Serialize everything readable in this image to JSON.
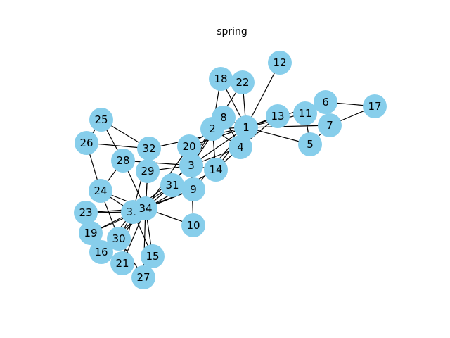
{
  "title": "spring",
  "graph": {
    "node_color": "#87CEEB",
    "edge_color": "#000000",
    "nodes": [
      "1",
      "2",
      "3",
      "4",
      "5",
      "6",
      "7",
      "8",
      "9",
      "10",
      "11",
      "12",
      "13",
      "14",
      "15",
      "16",
      "17",
      "18",
      "19",
      "20",
      "21",
      "22",
      "23",
      "24",
      "25",
      "26",
      "27",
      "28",
      "29",
      "30",
      "31",
      "32",
      "33",
      "34"
    ],
    "edges": [
      [
        "1",
        "2"
      ],
      [
        "1",
        "3"
      ],
      [
        "1",
        "4"
      ],
      [
        "1",
        "5"
      ],
      [
        "1",
        "6"
      ],
      [
        "1",
        "7"
      ],
      [
        "1",
        "8"
      ],
      [
        "1",
        "9"
      ],
      [
        "1",
        "11"
      ],
      [
        "1",
        "12"
      ],
      [
        "1",
        "13"
      ],
      [
        "1",
        "14"
      ],
      [
        "1",
        "18"
      ],
      [
        "1",
        "20"
      ],
      [
        "1",
        "22"
      ],
      [
        "1",
        "32"
      ],
      [
        "2",
        "3"
      ],
      [
        "2",
        "4"
      ],
      [
        "2",
        "8"
      ],
      [
        "2",
        "14"
      ],
      [
        "2",
        "18"
      ],
      [
        "2",
        "20"
      ],
      [
        "2",
        "22"
      ],
      [
        "2",
        "31"
      ],
      [
        "3",
        "4"
      ],
      [
        "3",
        "8"
      ],
      [
        "3",
        "9"
      ],
      [
        "3",
        "10"
      ],
      [
        "3",
        "14"
      ],
      [
        "3",
        "28"
      ],
      [
        "3",
        "29"
      ],
      [
        "3",
        "33"
      ],
      [
        "4",
        "8"
      ],
      [
        "4",
        "13"
      ],
      [
        "4",
        "14"
      ],
      [
        "5",
        "7"
      ],
      [
        "5",
        "11"
      ],
      [
        "6",
        "7"
      ],
      [
        "6",
        "11"
      ],
      [
        "6",
        "17"
      ],
      [
        "7",
        "17"
      ],
      [
        "9",
        "31"
      ],
      [
        "9",
        "33"
      ],
      [
        "9",
        "34"
      ],
      [
        "10",
        "34"
      ],
      [
        "14",
        "34"
      ],
      [
        "15",
        "33"
      ],
      [
        "15",
        "34"
      ],
      [
        "16",
        "33"
      ],
      [
        "16",
        "34"
      ],
      [
        "19",
        "33"
      ],
      [
        "19",
        "34"
      ],
      [
        "20",
        "34"
      ],
      [
        "21",
        "33"
      ],
      [
        "21",
        "34"
      ],
      [
        "23",
        "33"
      ],
      [
        "23",
        "34"
      ],
      [
        "24",
        "26"
      ],
      [
        "24",
        "28"
      ],
      [
        "24",
        "30"
      ],
      [
        "24",
        "33"
      ],
      [
        "24",
        "34"
      ],
      [
        "25",
        "26"
      ],
      [
        "25",
        "28"
      ],
      [
        "25",
        "32"
      ],
      [
        "26",
        "32"
      ],
      [
        "27",
        "30"
      ],
      [
        "27",
        "34"
      ],
      [
        "28",
        "34"
      ],
      [
        "29",
        "32"
      ],
      [
        "29",
        "34"
      ],
      [
        "30",
        "33"
      ],
      [
        "30",
        "34"
      ],
      [
        "31",
        "33"
      ],
      [
        "31",
        "34"
      ],
      [
        "32",
        "33"
      ],
      [
        "32",
        "34"
      ],
      [
        "33",
        "34"
      ]
    ]
  }
}
